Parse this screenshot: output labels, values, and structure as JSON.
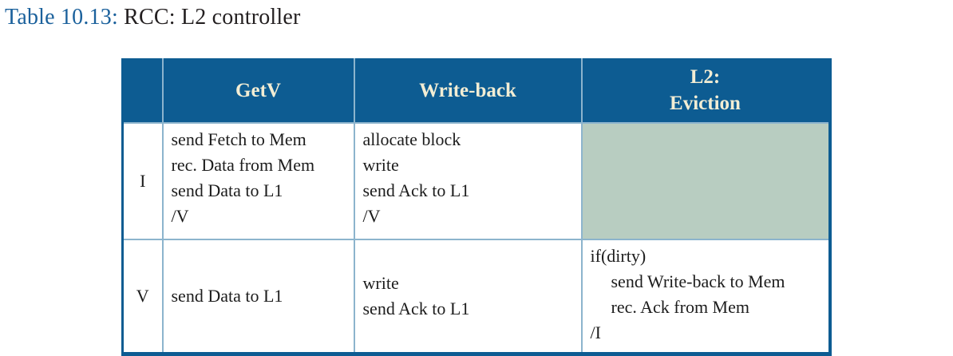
{
  "title": {
    "label": "Table 10.13:",
    "caption": "RCC: L2 controller"
  },
  "table": {
    "headers": {
      "state": "",
      "getv": "GetV",
      "writeback": "Write-back",
      "eviction_line1": "L2:",
      "eviction_line2": "Eviction"
    },
    "rows": [
      {
        "state": "I",
        "getv": [
          "send Fetch to Mem",
          "rec. Data from Mem",
          "send Data to L1",
          "/V"
        ],
        "writeback": [
          "allocate block",
          "write",
          "send Ack to L1",
          "/V"
        ],
        "eviction": []
      },
      {
        "state": "V",
        "getv": [
          "send Data to L1"
        ],
        "writeback": [
          "write",
          "send Ack to L1"
        ],
        "eviction": [
          "if(dirty)",
          "send Write-back to Mem",
          "rec. Ack from Mem",
          "/I"
        ]
      }
    ]
  },
  "colors": {
    "header_bg": "#0d5c92",
    "header_text": "#f2edd4",
    "divider": "#8cb4cd",
    "empty_cell_green": "#b8cdc1",
    "caption_accent": "#1b619c",
    "body_text": "#1c1c1c"
  }
}
